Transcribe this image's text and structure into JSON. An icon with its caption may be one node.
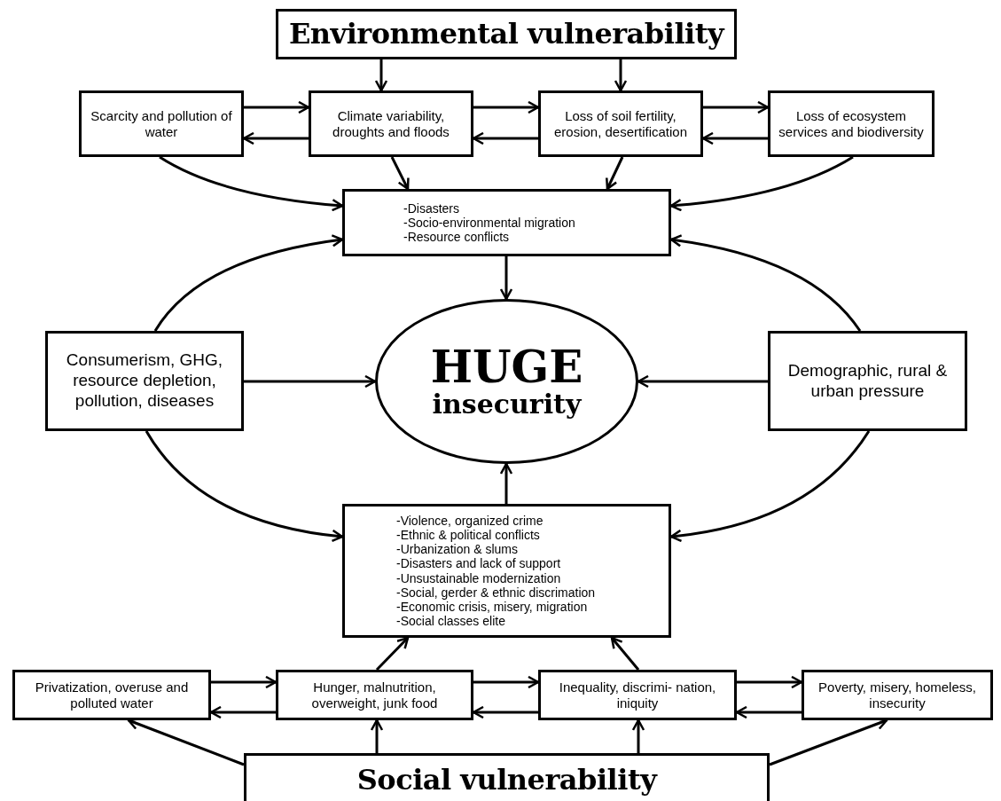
{
  "diagram": {
    "nodes": [
      {
        "text": [
          "Environmental vulnerability"
        ]
      },
      {
        "text": [
          "Scarcity and pollution of water"
        ]
      },
      {
        "text": [
          "Climate variability, droughts and floods"
        ]
      },
      {
        "text": [
          "Loss of soil fertility, erosion, desertification"
        ]
      },
      {
        "text": [
          "Loss of ecosystem services and biodiversity"
        ]
      },
      {
        "text": [
          "-Disasters",
          "-Socio-environmental migration",
          "-Resource conflicts"
        ]
      },
      {
        "text": [
          "Consumerism, GHG, resource depletion, pollution, diseases"
        ]
      },
      {
        "text": [
          "HUGE",
          "insecurity"
        ]
      },
      {
        "text": [
          "Demographic, rural & urban pressure"
        ]
      },
      {
        "text": [
          "-Violence, organized crime",
          "-Ethnic & political conflicts",
          "-Urbanization & slums",
          "-Disasters and lack of support",
          "-Unsustainable modernization",
          "-Social, gerder & ethnic discrimation",
          "-Economic crisis, misery, migration",
          "-Social classes elite"
        ]
      },
      {
        "text": [
          "Privatization, overuse and polluted water"
        ]
      },
      {
        "text": [
          "Hunger, malnutrition, overweight, junk food"
        ]
      },
      {
        "text": [
          "Inequality, discrimi- nation, iniquity"
        ]
      },
      {
        "text": [
          "Poverty, misery, homeless, insecurity"
        ]
      },
      {
        "text": [
          "Social vulnerability"
        ]
      }
    ],
    "edges": [
      {
        "from": 0,
        "to": 2,
        "arrow": "to"
      },
      {
        "from": 0,
        "to": 3,
        "arrow": "to"
      },
      {
        "from": 1,
        "to": 2,
        "arrow": "to"
      },
      {
        "from": 2,
        "to": 1,
        "arrow": "to"
      },
      {
        "from": 2,
        "to": 3,
        "arrow": "to"
      },
      {
        "from": 3,
        "to": 2,
        "arrow": "to"
      },
      {
        "from": 3,
        "to": 4,
        "arrow": "to"
      },
      {
        "from": 4,
        "to": 3,
        "arrow": "to"
      },
      {
        "from": 1,
        "to": 5,
        "arrow": "to"
      },
      {
        "from": 2,
        "to": 5,
        "arrow": "to"
      },
      {
        "from": 3,
        "to": 5,
        "arrow": "to"
      },
      {
        "from": 4,
        "to": 5,
        "arrow": "to"
      },
      {
        "from": 5,
        "to": 7,
        "arrow": "to"
      },
      {
        "from": 6,
        "to": 5,
        "arrow": "to"
      },
      {
        "from": 6,
        "to": 9,
        "arrow": "to"
      },
      {
        "from": 6,
        "to": 7,
        "arrow": "to"
      },
      {
        "from": 8,
        "to": 5,
        "arrow": "to"
      },
      {
        "from": 8,
        "to": 9,
        "arrow": "to"
      },
      {
        "from": 8,
        "to": 7,
        "arrow": "to"
      },
      {
        "from": 9,
        "to": 7,
        "arrow": "to"
      },
      {
        "from": 10,
        "to": 11,
        "arrow": "to"
      },
      {
        "from": 11,
        "to": 10,
        "arrow": "to"
      },
      {
        "from": 11,
        "to": 12,
        "arrow": "to"
      },
      {
        "from": 12,
        "to": 11,
        "arrow": "to"
      },
      {
        "from": 12,
        "to": 13,
        "arrow": "to"
      },
      {
        "from": 13,
        "to": 12,
        "arrow": "to"
      },
      {
        "from": 11,
        "to": 9,
        "arrow": "to"
      },
      {
        "from": 12,
        "to": 9,
        "arrow": "to"
      },
      {
        "from": 14,
        "to": 10,
        "arrow": "to"
      },
      {
        "from": 14,
        "to": 11,
        "arrow": "to"
      },
      {
        "from": 14,
        "to": 12,
        "arrow": "to"
      },
      {
        "from": 14,
        "to": 13,
        "arrow": "to"
      }
    ]
  }
}
